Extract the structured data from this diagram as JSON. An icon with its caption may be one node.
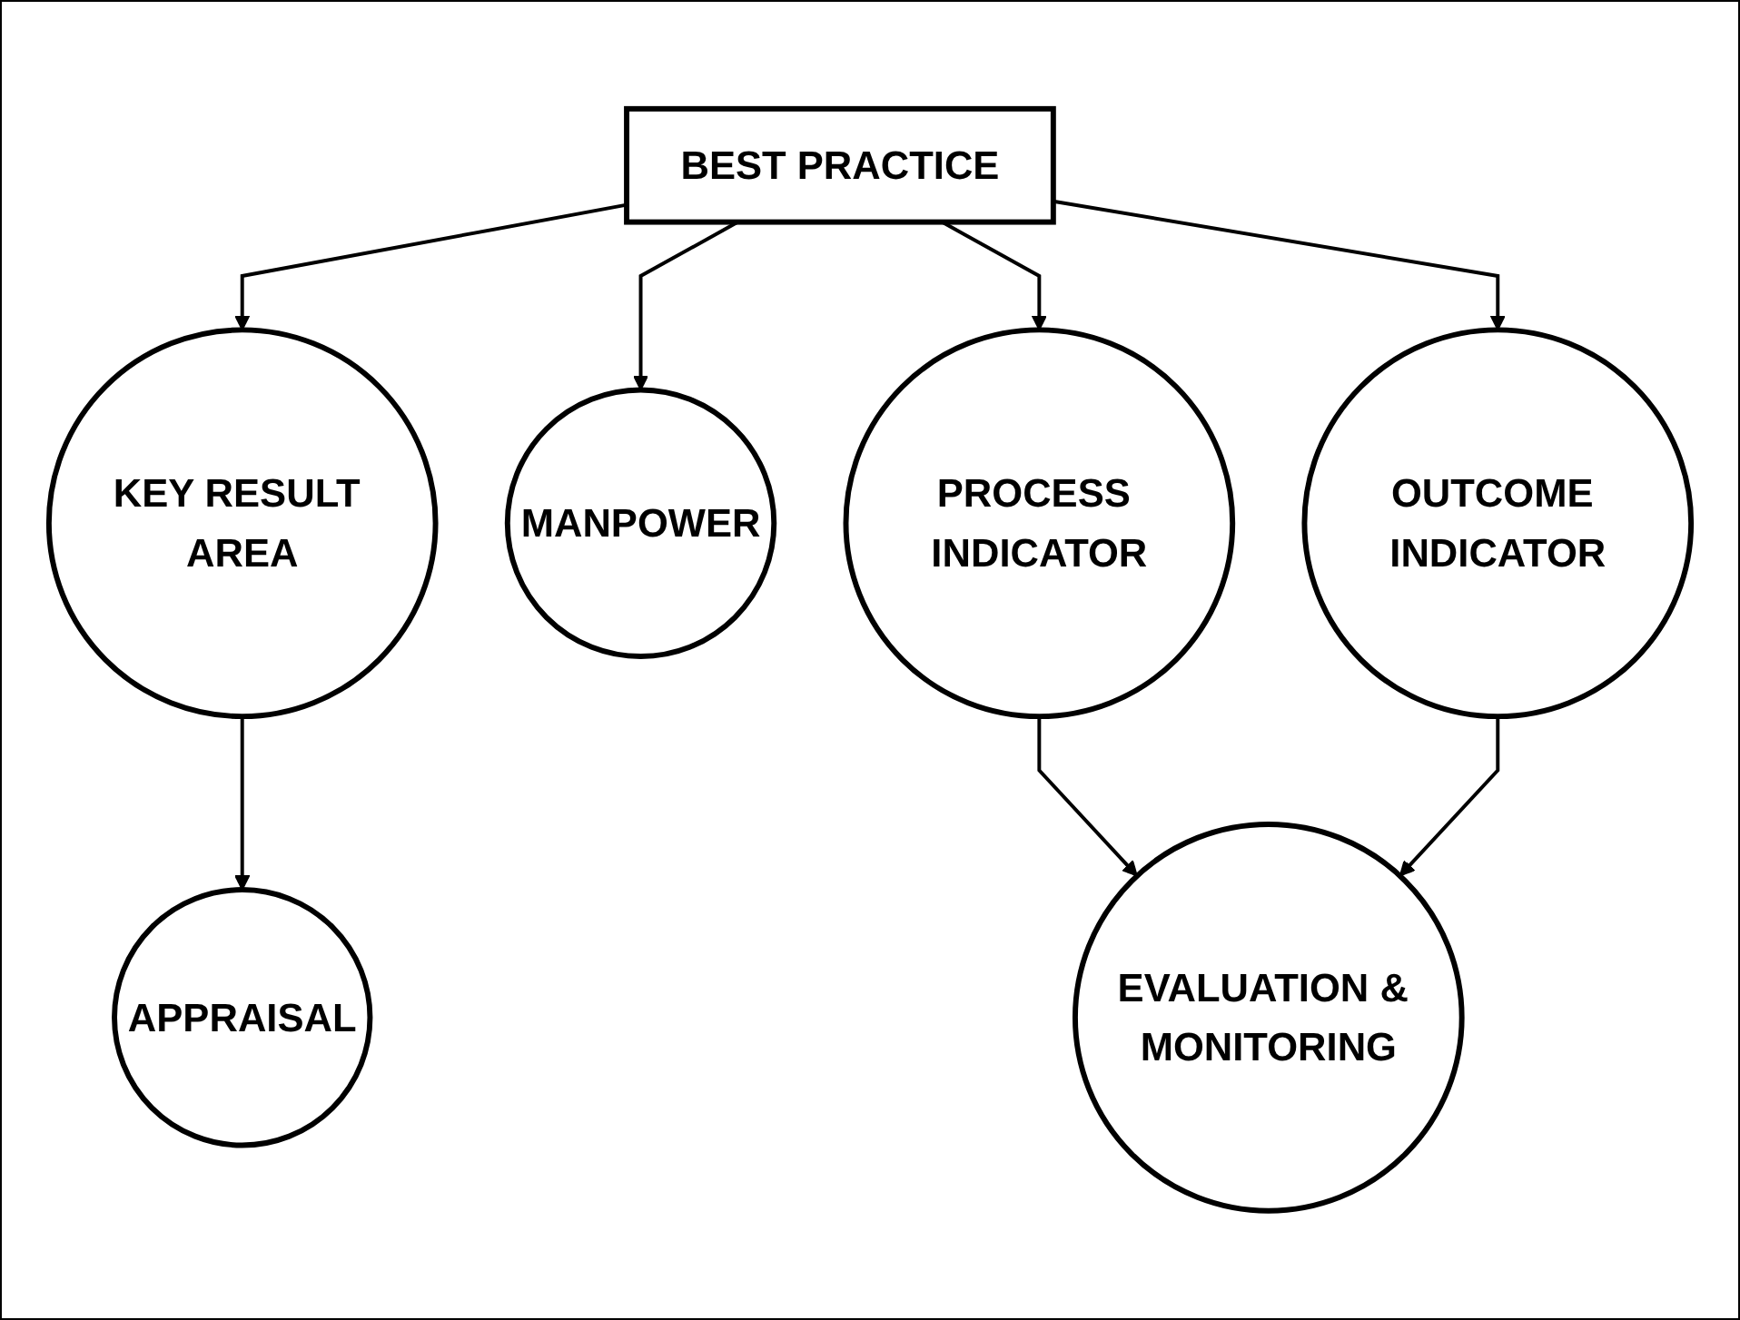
{
  "diagram": {
    "nodes": [
      {
        "text": [
          "BEST PRACTICE"
        ]
      },
      {
        "text": [
          "KEY RESULT AREA"
        ]
      },
      {
        "text": [
          "MANPOWER"
        ]
      },
      {
        "text": [
          "PROCESS INDICATOR"
        ]
      },
      {
        "text": [
          "OUTCOME INDICATOR"
        ]
      },
      {
        "text": [
          "APPRAISAL"
        ]
      },
      {
        "text": [
          "EVALUATION & MONITORING"
        ]
      }
    ],
    "edges": [
      {
        "from": 0,
        "to": 1,
        "arrow": "to"
      },
      {
        "from": 0,
        "to": 2,
        "arrow": "to"
      },
      {
        "from": 0,
        "to": 3,
        "arrow": "to"
      },
      {
        "from": 0,
        "to": 4,
        "arrow": "to"
      },
      {
        "from": 1,
        "to": 5,
        "arrow": "to"
      },
      {
        "from": 3,
        "to": 6,
        "arrow": "to"
      },
      {
        "from": 4,
        "to": 6,
        "arrow": "to"
      }
    ]
  }
}
